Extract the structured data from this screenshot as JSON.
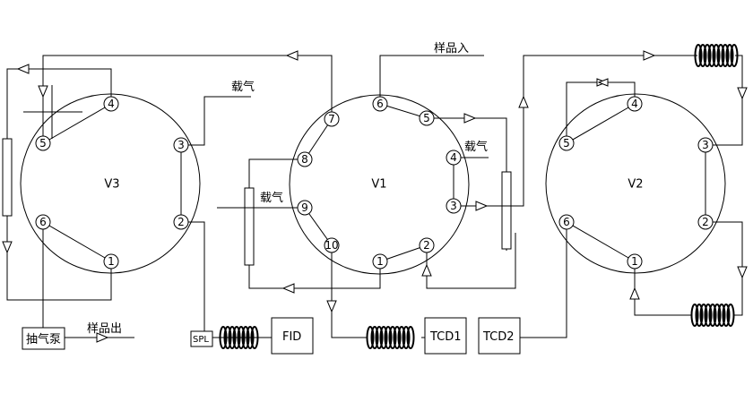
{
  "valves": [
    {
      "name": "V3",
      "ports": [
        "1",
        "2",
        "3",
        "4",
        "5",
        "6"
      ]
    },
    {
      "name": "V1",
      "ports": [
        "1",
        "2",
        "3",
        "4",
        "5",
        "6",
        "7",
        "8",
        "9",
        "10"
      ]
    },
    {
      "name": "V2",
      "ports": [
        "1",
        "2",
        "3",
        "4",
        "5",
        "6"
      ]
    }
  ],
  "labels": {
    "carrier_gas": "载气",
    "sample_in": "样品入",
    "sample_out": "样品出",
    "pump": "抽气泵",
    "spl": "SPL",
    "fid": "FID",
    "tcd1": "TCD1",
    "tcd2": "TCD2"
  }
}
